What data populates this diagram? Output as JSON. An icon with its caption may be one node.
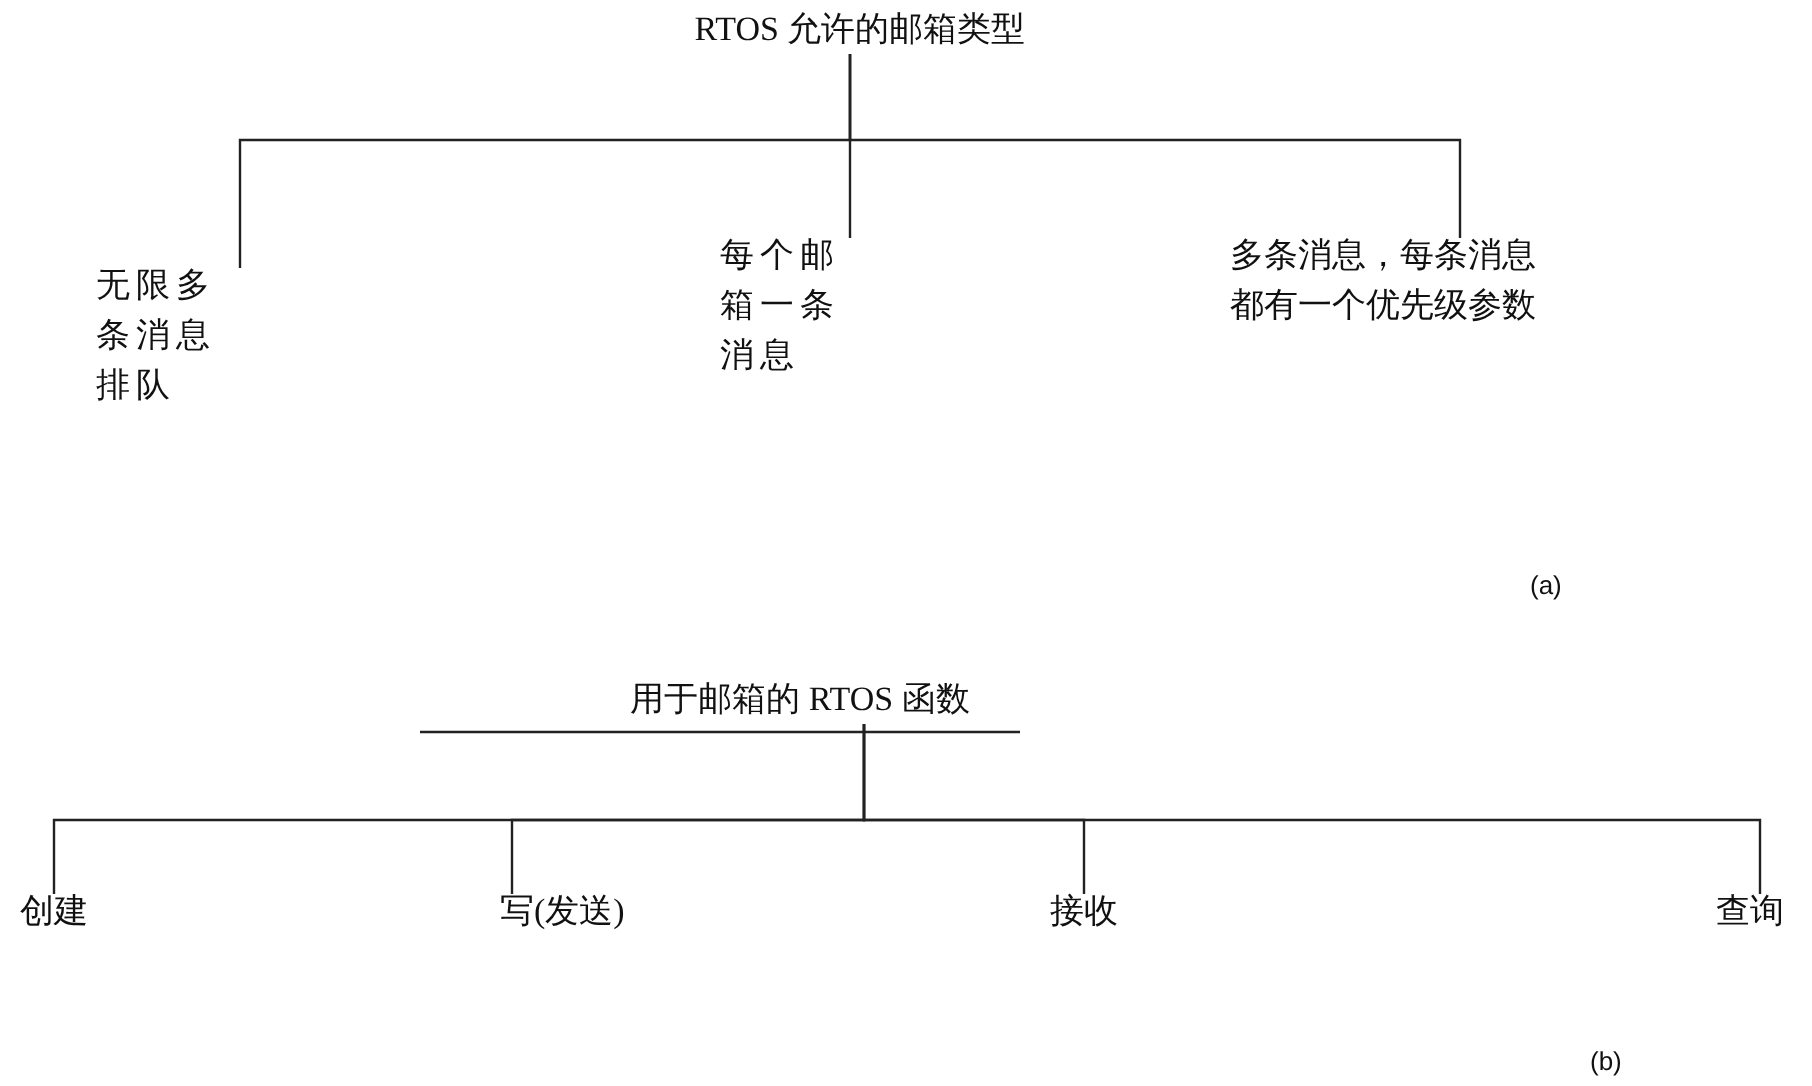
{
  "diagram": {
    "nodes": [
      {
        "text": [
          "RTOS 允许的邮箱类型"
        ]
      },
      {
        "text": [
          "无限多条消息排队"
        ]
      },
      {
        "text": [
          "每个邮箱一条消息"
        ]
      },
      {
        "text": [
          "多条消息，每条消息都有一个优先级参数"
        ]
      },
      {
        "text": [
          "用于邮箱的 RTOS 函数"
        ]
      },
      {
        "text": [
          "创建"
        ]
      },
      {
        "text": [
          "写(发送)"
        ]
      },
      {
        "text": [
          "接收"
        ]
      },
      {
        "text": [
          "查询"
        ]
      }
    ],
    "edges": [
      {
        "from": 0,
        "to": 1,
        "arrow": "none"
      },
      {
        "from": 0,
        "to": 2,
        "arrow": "none"
      },
      {
        "from": 0,
        "to": 3,
        "arrow": "none"
      },
      {
        "from": 4,
        "to": 5,
        "arrow": "none"
      },
      {
        "from": 4,
        "to": 6,
        "arrow": "none"
      },
      {
        "from": 4,
        "to": 7,
        "arrow": "none"
      },
      {
        "from": 4,
        "to": 8,
        "arrow": "none"
      }
    ],
    "labels": [
      "(a)",
      "(b)"
    ]
  }
}
